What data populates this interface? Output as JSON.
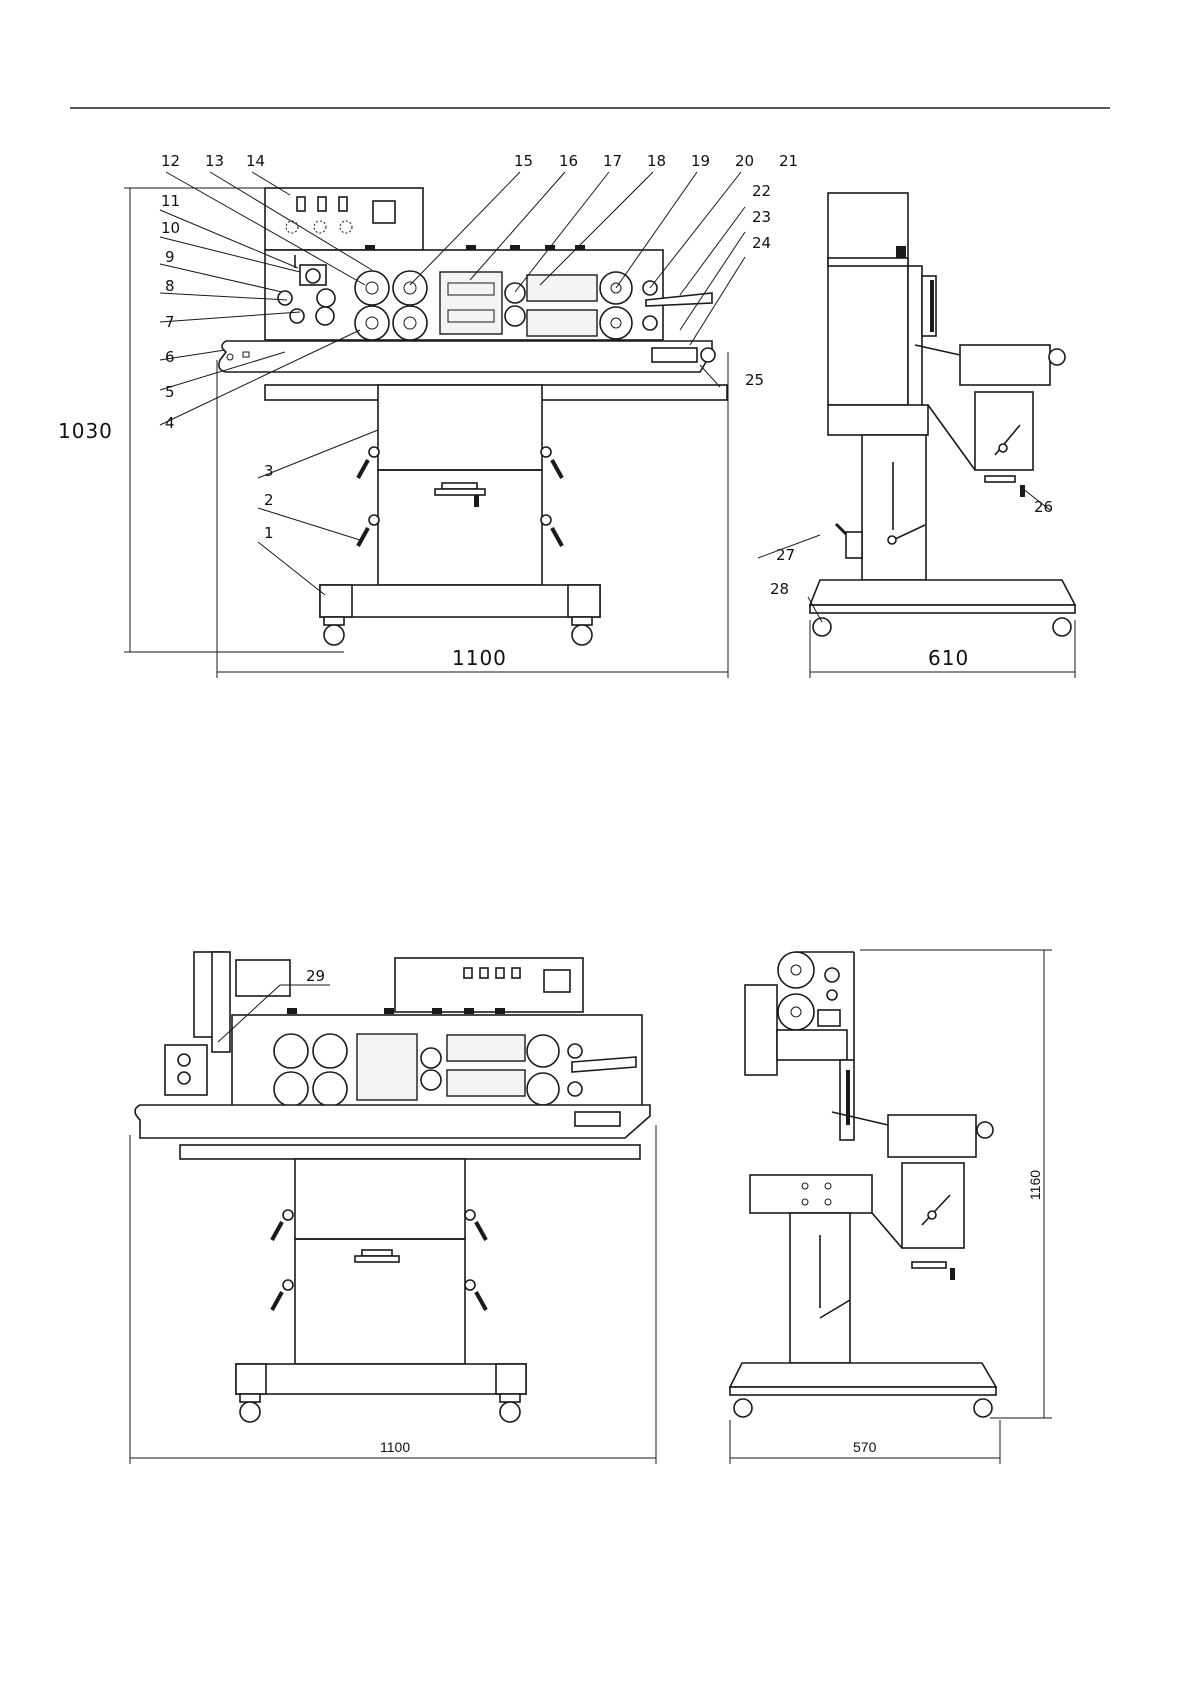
{
  "callouts": [
    "1",
    "2",
    "3",
    "4",
    "5",
    "6",
    "7",
    "8",
    "9",
    "10",
    "11",
    "12",
    "13",
    "14",
    "15",
    "16",
    "17",
    "18",
    "19",
    "20",
    "21",
    "22",
    "23",
    "24",
    "25",
    "26",
    "27",
    "28",
    "29"
  ],
  "dimensions": {
    "top_front_height": "1030",
    "top_front_width": "1100",
    "top_side_width": "610",
    "bottom_front_width": "1100",
    "bottom_side_width": "570",
    "bottom_side_height": "1160"
  }
}
